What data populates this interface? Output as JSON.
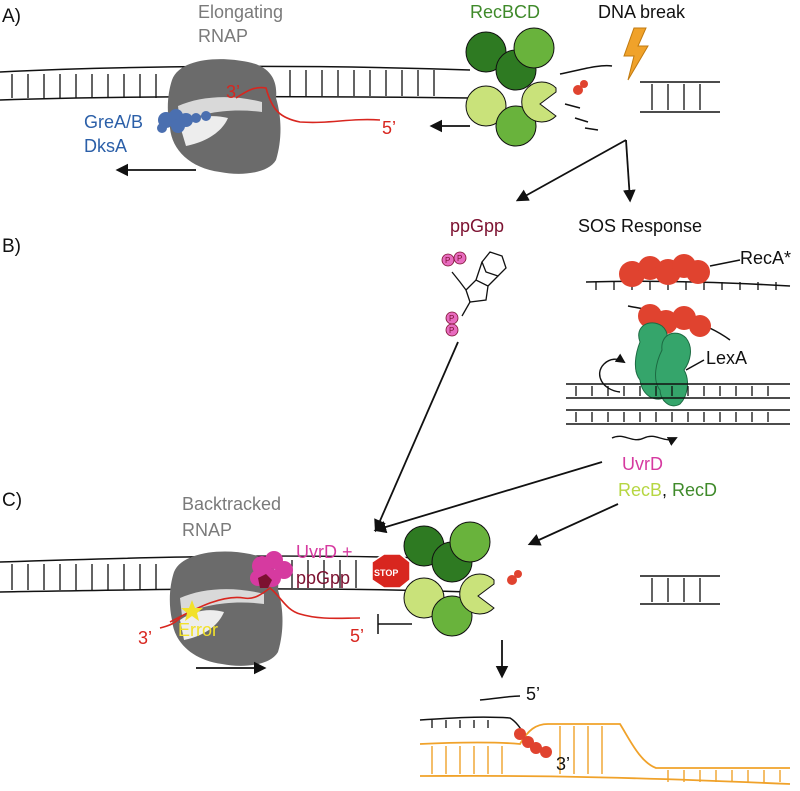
{
  "panels": {
    "a": "A)",
    "b": "B)",
    "c": "C)"
  },
  "panel_a": {
    "rnap_line1": "Elongating",
    "rnap_line2": "RNAP",
    "recbcd": "RecBCD",
    "dna_break": "DNA break",
    "grea_b": "GreA/B",
    "dksa": "DksA",
    "three_prime": "3’",
    "five_prime": "5’"
  },
  "panel_b": {
    "ppgpp": "ppGpp",
    "sos_response": "SOS Response",
    "reca_star": "RecA*",
    "lexa": "LexA",
    "phosphate": "P",
    "uvrd": "UvrD",
    "recb": "RecB",
    "comma": ", ",
    "recd": "RecD"
  },
  "panel_c": {
    "rnap_line1": "Backtracked",
    "rnap_line2": "RNAP",
    "uvrd_plus": "UvrD +",
    "ppgpp": "ppGpp",
    "stop": "STOP",
    "error": "Error",
    "three_prime": "3’",
    "five_prime": "5’",
    "product_five_prime": "5’",
    "product_three_prime": "3’"
  },
  "colors": {
    "rnap": "#6b6b6b",
    "rnap_channel": "#d9d9d9",
    "rna": "#d8261f",
    "recb_dark": "#2e7a22",
    "recc_mid": "#69b33c",
    "recd_light": "#c9e27a",
    "reca": "#e0432f",
    "lexa": "#35a56b",
    "gre_dksa": "#4a6fb0",
    "uvrd": "#d63aa0",
    "ppgpp": "#7c1130",
    "lightning": "#f0a22a",
    "stop_sign": "#d8261f",
    "error_star": "#f2e12a",
    "donor_dna": "#f0a22a"
  }
}
